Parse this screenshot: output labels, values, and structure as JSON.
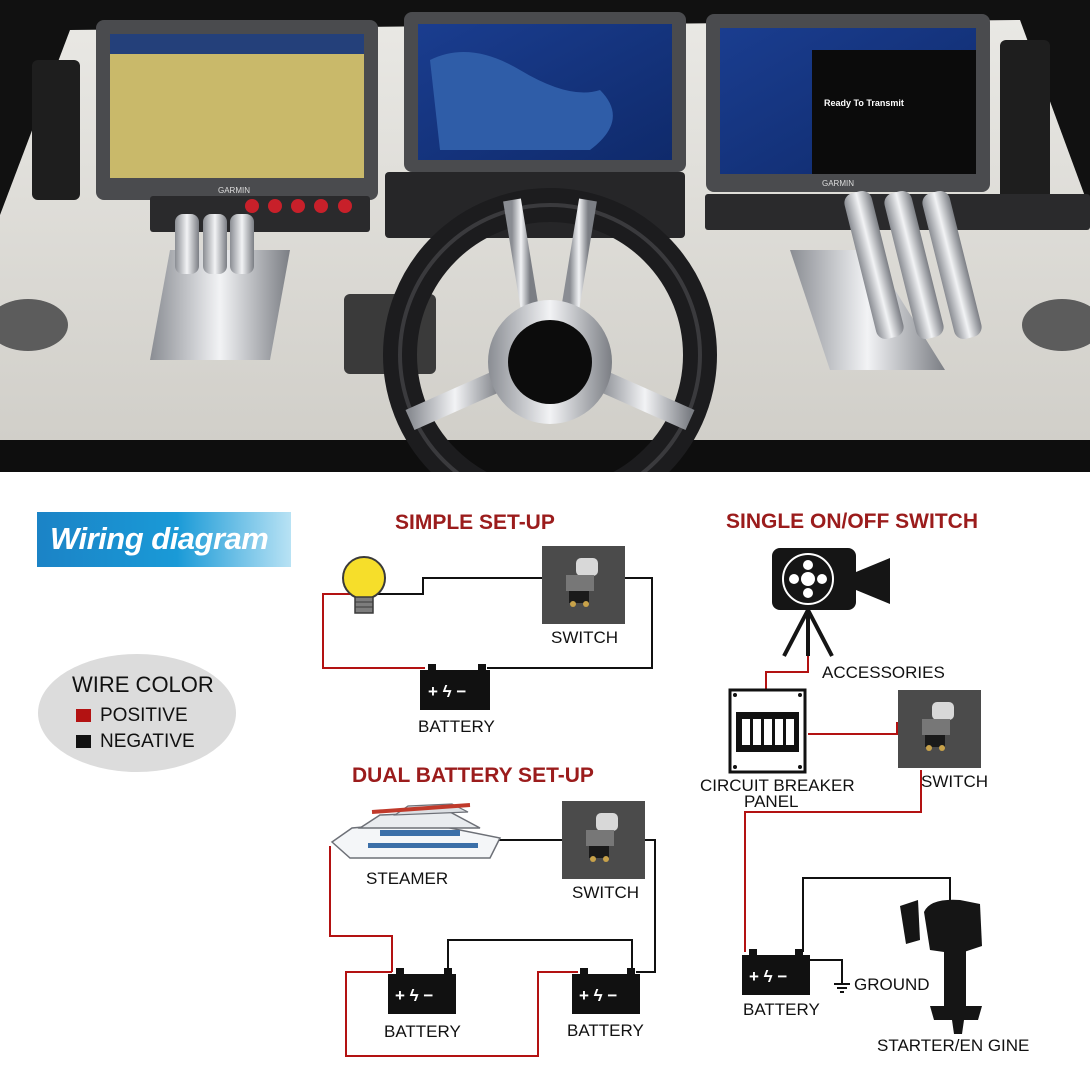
{
  "banner": {
    "title": "Wiring diagram"
  },
  "legend": {
    "title": "WIRE COLOR",
    "items": [
      {
        "label": "POSITIVE",
        "color": "#b31212"
      },
      {
        "label": "NEGATIVE",
        "color": "#111111"
      }
    ]
  },
  "sections": {
    "simple": "SIMPLE SET-UP",
    "single": "SINGLE ON/OFF SWITCH",
    "dual": "DUAL BATTERY SET-UP"
  },
  "labels": {
    "simple_switch": "SWITCH",
    "simple_battery": "BATTERY",
    "accessories": "ACCESSORIES",
    "breaker_line1": "CIRCUIT BREAKER",
    "breaker_line2": "PANEL",
    "single_switch": "SWITCH",
    "steamer": "STEAMER",
    "dual_switch": "SWITCH",
    "dual_battery_left": "BATTERY",
    "dual_battery_right": "BATTERY",
    "ground": "GROUND",
    "single_battery": "BATTERY",
    "starter": "STARTER/EN GINE"
  },
  "photo": {
    "brand": "GARMIN",
    "screen_text": "Ready To Transmit"
  },
  "colors": {
    "positive": "#b31212",
    "negative": "#111111",
    "title_red": "#9b1c1c"
  }
}
